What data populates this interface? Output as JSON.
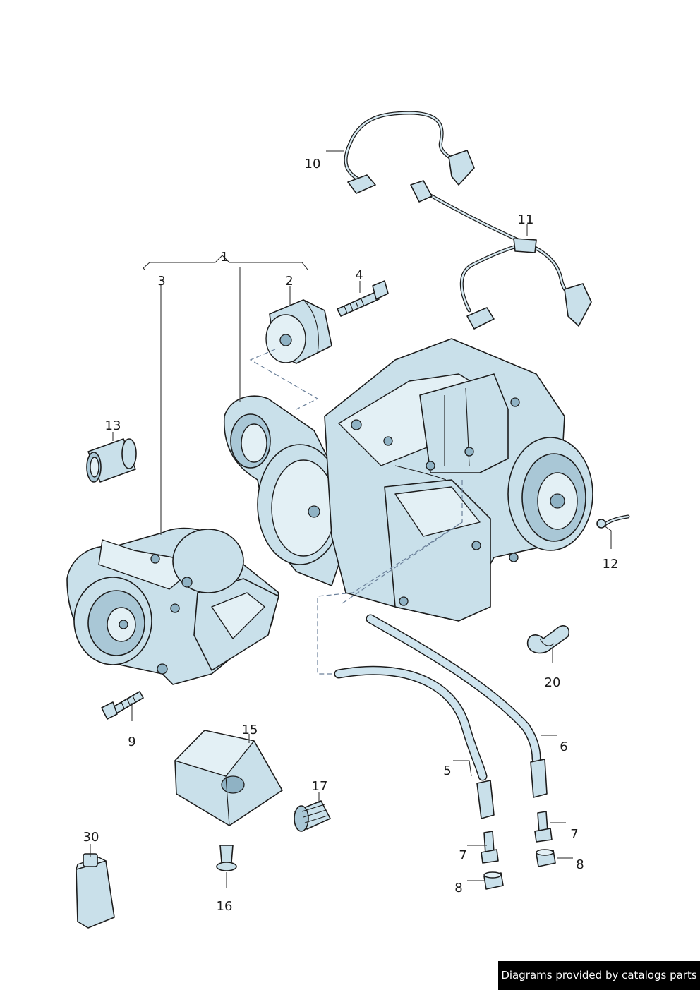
{
  "labels": {
    "p1": "1",
    "p2": "2",
    "p3": "3",
    "p4": "4",
    "p5": "5",
    "p6": "6",
    "p7a": "7",
    "p7b": "7",
    "p8a": "8",
    "p8b": "8",
    "p9": "9",
    "p10": "10",
    "p11": "11",
    "p12": "12",
    "p13": "13",
    "p15": "15",
    "p16": "16",
    "p17": "17",
    "p20": "20",
    "p30": "30"
  },
  "footer": {
    "text": "Diagrams provided by catalogs parts"
  },
  "colors": {
    "part_fill": "#c9e0ea",
    "line": "#1c1c1c",
    "footer_bg": "#000000"
  }
}
